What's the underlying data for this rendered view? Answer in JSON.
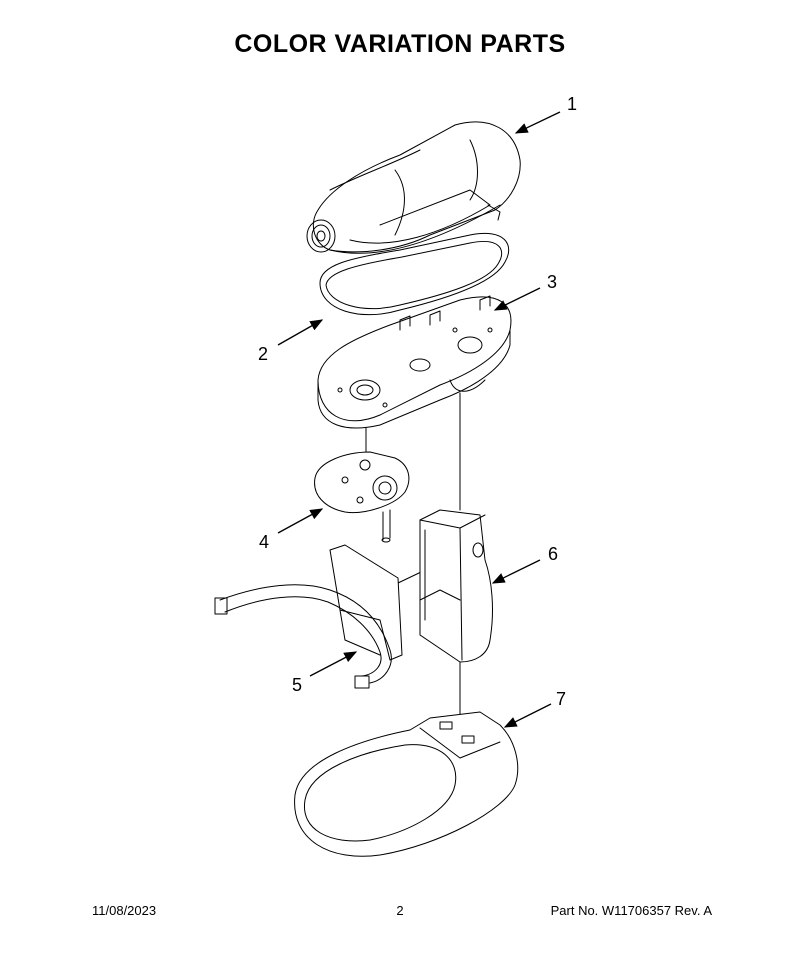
{
  "header": {
    "title": "COLOR VARIATION PARTS"
  },
  "callouts": [
    "1",
    "2",
    "3",
    "4",
    "5",
    "6",
    "7"
  ],
  "footer": {
    "date": "11/08/2023",
    "page": "2",
    "part_no": "Part No.  W11706357  Rev.  A"
  }
}
